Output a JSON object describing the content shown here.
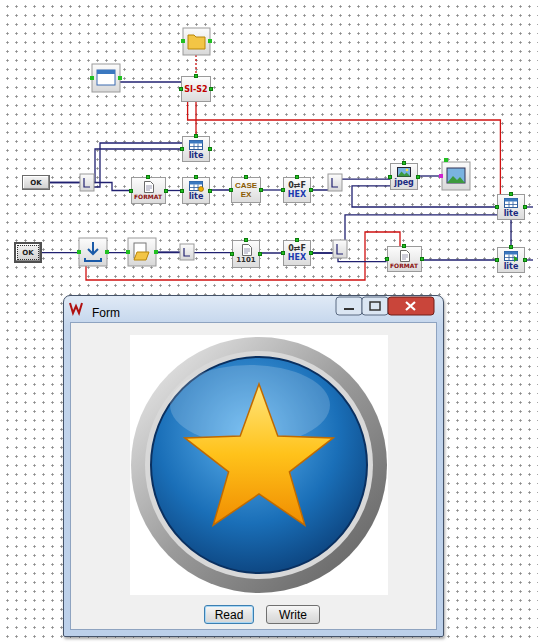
{
  "diagram": {
    "nodes": [
      {
        "text": [
          "SI-S2"
        ]
      },
      {
        "text": [
          "lite"
        ]
      },
      {
        "text": [
          "OK"
        ]
      },
      {
        "text": [
          "FORMAT"
        ]
      },
      {
        "text": [
          "lite"
        ]
      },
      {
        "text": [
          "CASE EX"
        ]
      },
      {
        "text": [
          "0⇄F",
          "HEX"
        ]
      },
      {
        "text": [
          "jpeg"
        ]
      },
      {
        "text": [
          "lite"
        ]
      },
      {
        "text": [
          "OK"
        ]
      },
      {
        "text": [
          "1101"
        ]
      },
      {
        "text": [
          "0⇄F",
          "HEX"
        ]
      },
      {
        "text": [
          "FORMAT"
        ]
      },
      {
        "text": [
          "lite"
        ]
      },
      {
        "text": [
          "Form"
        ]
      },
      {
        "text": [
          "Read"
        ],
        "in": 14
      },
      {
        "text": [
          "Write"
        ],
        "in": 14
      }
    ],
    "edges": [
      {
        "from": 0,
        "to": 1,
        "arrow": "none"
      },
      {
        "from": 0,
        "to": 8,
        "arrow": "none"
      },
      {
        "from": 2,
        "to": 1,
        "arrow": "none"
      },
      {
        "from": 2,
        "to": 3,
        "arrow": "none"
      },
      {
        "from": 3,
        "to": 4,
        "arrow": "none"
      },
      {
        "from": 4,
        "to": 5,
        "arrow": "none"
      },
      {
        "from": 5,
        "to": 6,
        "arrow": "none"
      },
      {
        "from": 6,
        "to": 7,
        "arrow": "none"
      },
      {
        "from": 8,
        "to": 7,
        "arrow": "none"
      },
      {
        "from": 9,
        "to": 10,
        "arrow": "none"
      },
      {
        "from": 10,
        "to": 11,
        "arrow": "none"
      },
      {
        "from": 11,
        "to": 8,
        "arrow": "none"
      },
      {
        "from": 11,
        "to": 12,
        "arrow": "none"
      },
      {
        "from": 12,
        "to": 13,
        "arrow": "none"
      },
      {
        "from": 8,
        "to": 13,
        "arrow": "none"
      }
    ]
  }
}
